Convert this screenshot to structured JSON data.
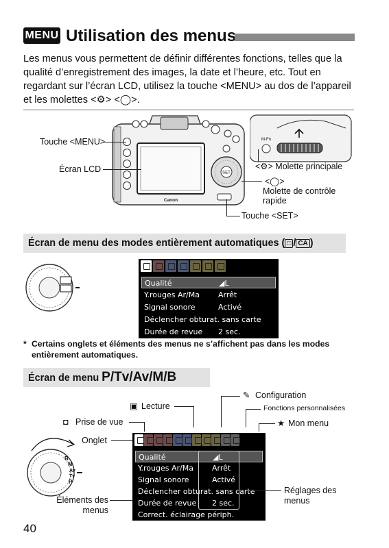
{
  "header": {
    "badge": "MENU",
    "title": "Utilisation des menus"
  },
  "intro": {
    "text": "Les menus vous permettent de définir différentes fonctions, telles que la qualité d’enregistrement des images, la date et l’heure, etc. Tout en regardant sur l’écran LCD, utilisez la touche <MENU> au dos de l’appareil et les molettes <⚙> <◯>."
  },
  "camera_labels": {
    "menu_button": "Touche <MENU>",
    "lcd": "Écran LCD",
    "main_dial": "<⚙> Molette principale",
    "quick_dial_symbol": "<◯>",
    "quick_dial": "Molette de contrôle rapide",
    "set_button": "Touche <SET>",
    "brand": "Canon",
    "dial_mark": "M-Fn"
  },
  "section_auto": {
    "heading": "Écran de menu des modes entièrement automatiques (",
    "heading_close": ")",
    "icon_a": "□",
    "icon_b": "CA",
    "separator": "/"
  },
  "menu_auto": {
    "rows": [
      {
        "k": "Qualité",
        "v": "◢L"
      },
      {
        "k": "Y.rouges Ar/Ma",
        "v": "Arrêt"
      },
      {
        "k": "Signal sonore",
        "v": "Activé"
      },
      {
        "k": "Déclencher obturat. sans carte",
        "v": ""
      },
      {
        "k": "Durée de revue",
        "v": "2 sec."
      }
    ]
  },
  "footnote": {
    "star": "*",
    "text": "Certains onglets et éléments des menus ne s’affichent pas dans les modes entièrement automatiques."
  },
  "section_pasm": {
    "heading": "Écran de menu ",
    "modes": "P/Tv/Av/M/B"
  },
  "menu_pasm": {
    "rows": [
      {
        "k": "Qualité",
        "v": "◢L"
      },
      {
        "k": "Y.rouges Ar/Ma",
        "v": "Arrêt"
      },
      {
        "k": "Signal sonore",
        "v": "Activé"
      },
      {
        "k": "Déclencher obturat. sans carte",
        "v": ""
      },
      {
        "k": "Durée de revue",
        "v": "2 sec."
      },
      {
        "k": "Correct. éclairage périph.",
        "v": ""
      }
    ]
  },
  "pasm_labels": {
    "configuration": "Configuration",
    "custom_functions": "Fonctions personnalisées",
    "playback": "Lecture",
    "my_menu": "Mon menu",
    "shooting": "Prise de vue",
    "tab": "Onglet",
    "items": "Éléments des menus",
    "settings": "Réglages des menus"
  },
  "page": {
    "number": "40"
  }
}
